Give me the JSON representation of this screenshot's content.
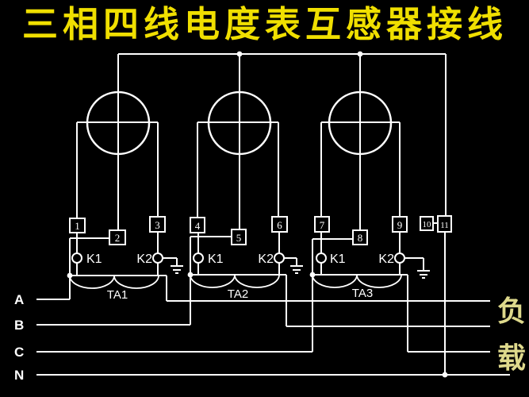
{
  "title": "三相四线电度表互感器接线",
  "colors": {
    "background": "#000000",
    "line": "#ffffff",
    "title_text": "#f0df00",
    "load_text": "#ded98c"
  },
  "phases": [
    {
      "label": "A"
    },
    {
      "label": "B"
    },
    {
      "label": "C"
    },
    {
      "label": "N"
    }
  ],
  "transformers": [
    {
      "name": "TA1",
      "k1_label": "K1",
      "k2_label": "K2"
    },
    {
      "name": "TA2",
      "k1_label": "K1",
      "k2_label": "K2"
    },
    {
      "name": "TA3",
      "k1_label": "K1",
      "k2_label": "K2"
    }
  ],
  "terminals": [
    "1",
    "2",
    "3",
    "4",
    "5",
    "6",
    "7",
    "8",
    "9",
    "10",
    "11"
  ],
  "load": {
    "chars": [
      "负",
      "载"
    ]
  }
}
